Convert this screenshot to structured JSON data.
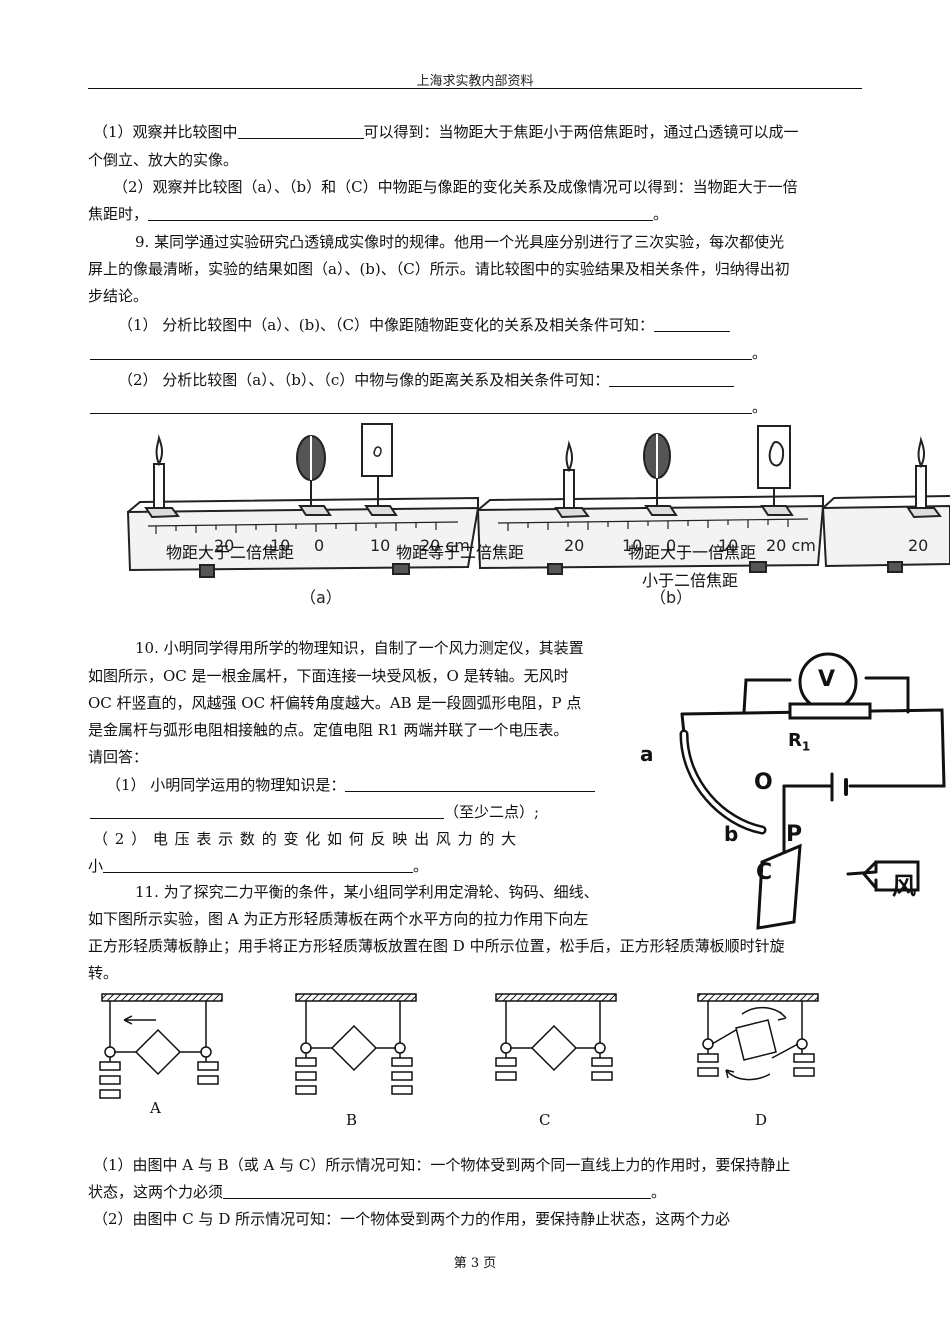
{
  "header": {
    "title": "上海求实教内部资料"
  },
  "q8": {
    "p1_pre": "（1）观察并比较图中",
    "p1_post": "可以得到：当物距大于焦距小于两倍焦距时，通过凸透镜可以成一",
    "p1_line2": "个倒立、放大的实像。",
    "p2_line1": "（2）观察并比较图（a）、（b）和（C）中物距与像距的变化关系及成像情况可以得到：当物距大于一倍",
    "p2_pre": "焦距时，",
    "p2_post": "。"
  },
  "q9": {
    "intro1": "9.  某同学通过实验研究凸透镜成实像时的规律。他用一个光具座分别进行了三次实验，每次都使光",
    "intro2": "屏上的像最清晰，实验的结果如图（a）、(b)、（C）所示。请比较图中的实验结果及相关条件，归纳得出初",
    "intro3": "步结论。",
    "s1_pre": "（1）    分析比较图中（a）、(b)、（C）中像距随物距变化的关系及相关条件可知：",
    "s1_end": "。",
    "s2_pre": "（2）    分析比较图（a）、（b）、（c）中物与像的距离关系及相关条件可知：",
    "s2_end": "。",
    "figure": {
      "label_a": "（a）",
      "label_b": "（b）",
      "overlay_a": "物距大于二倍焦距",
      "overlay_b": "物距等于二倍焦距",
      "overlay_c1": "物距大于一倍焦距",
      "overlay_c2": "小于二倍焦距",
      "ruler_a": [
        "20",
        "10",
        "0",
        "10",
        "20 cm"
      ],
      "ruler_b": [
        "20",
        "10",
        "0",
        "10",
        "20 cm"
      ],
      "ruler_c": [
        "20"
      ]
    }
  },
  "q10": {
    "l1": "10. 小明同学得用所学的物理知识，自制了一个风力测定仪，其装置",
    "l2": "如图所示，OC 是一根金属杆，下面连接一块受风板，O 是转轴。无风时",
    "l3": "OC 杆竖直的，风越强 OC 杆偏转角度越大。AB 是一段圆弧形电阻，P 点",
    "l4": "是金属杆与弧形电阻相接触的点。定值电阻 R1 两端并联了一个电压表。",
    "l5": "请回答：",
    "s1_pre": "（1）    小明同学运用的物理知识是：",
    "s1_post": "（至少二点）;",
    "s2": "（ 2 ） 电 压 表 示 数 的 变 化 如 何 反 映 出 风 力 的 大",
    "s2_pre": "小",
    "s2_end": "。",
    "figure": {
      "V": "V",
      "R": "R",
      "R_sub": "1",
      "O": "O",
      "a": "a",
      "b": "b",
      "P": "P",
      "C": "C",
      "wind": "风"
    }
  },
  "q11": {
    "l1": "11. 为了探究二力平衡的条件，某小组同学利用定滑轮、钩码、细线、",
    "l2": "如下图所示实验，图 A 为正方形轻质薄板在两个水平方向的拉力作用下向左",
    "l3": "正方形轻质薄板静止；用手将正方形轻质薄板放置在图 D 中所示位置，松手后，正方形轻质薄板顺时针旋",
    "l4": "转。",
    "fig_labels": [
      "A",
      "B",
      "C",
      "D"
    ],
    "c1_line1": "（1）由图中 A 与 B（或 A 与 C）所示情况可知：一个物体受到两个同一直线上力的作用时，要保持静止",
    "c1_pre": "状态，这两个力必须",
    "c1_end": "。",
    "c2_line1": "（2）由图中  C  与  D  所示情况可知：一个物体受到两个力的作用，要保持静止状态，这两个力必"
  },
  "footer": {
    "page": "第 3 页"
  }
}
